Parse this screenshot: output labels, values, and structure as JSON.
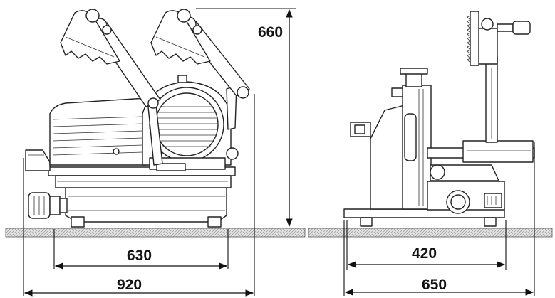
{
  "dimensions": {
    "height": "660",
    "front_base_width": "630",
    "front_overall_width": "920",
    "side_base_depth": "420",
    "side_overall_depth": "650"
  },
  "colors": {
    "line": "#222222",
    "floor_fill": "#d8d8d8",
    "background": "#ffffff"
  }
}
